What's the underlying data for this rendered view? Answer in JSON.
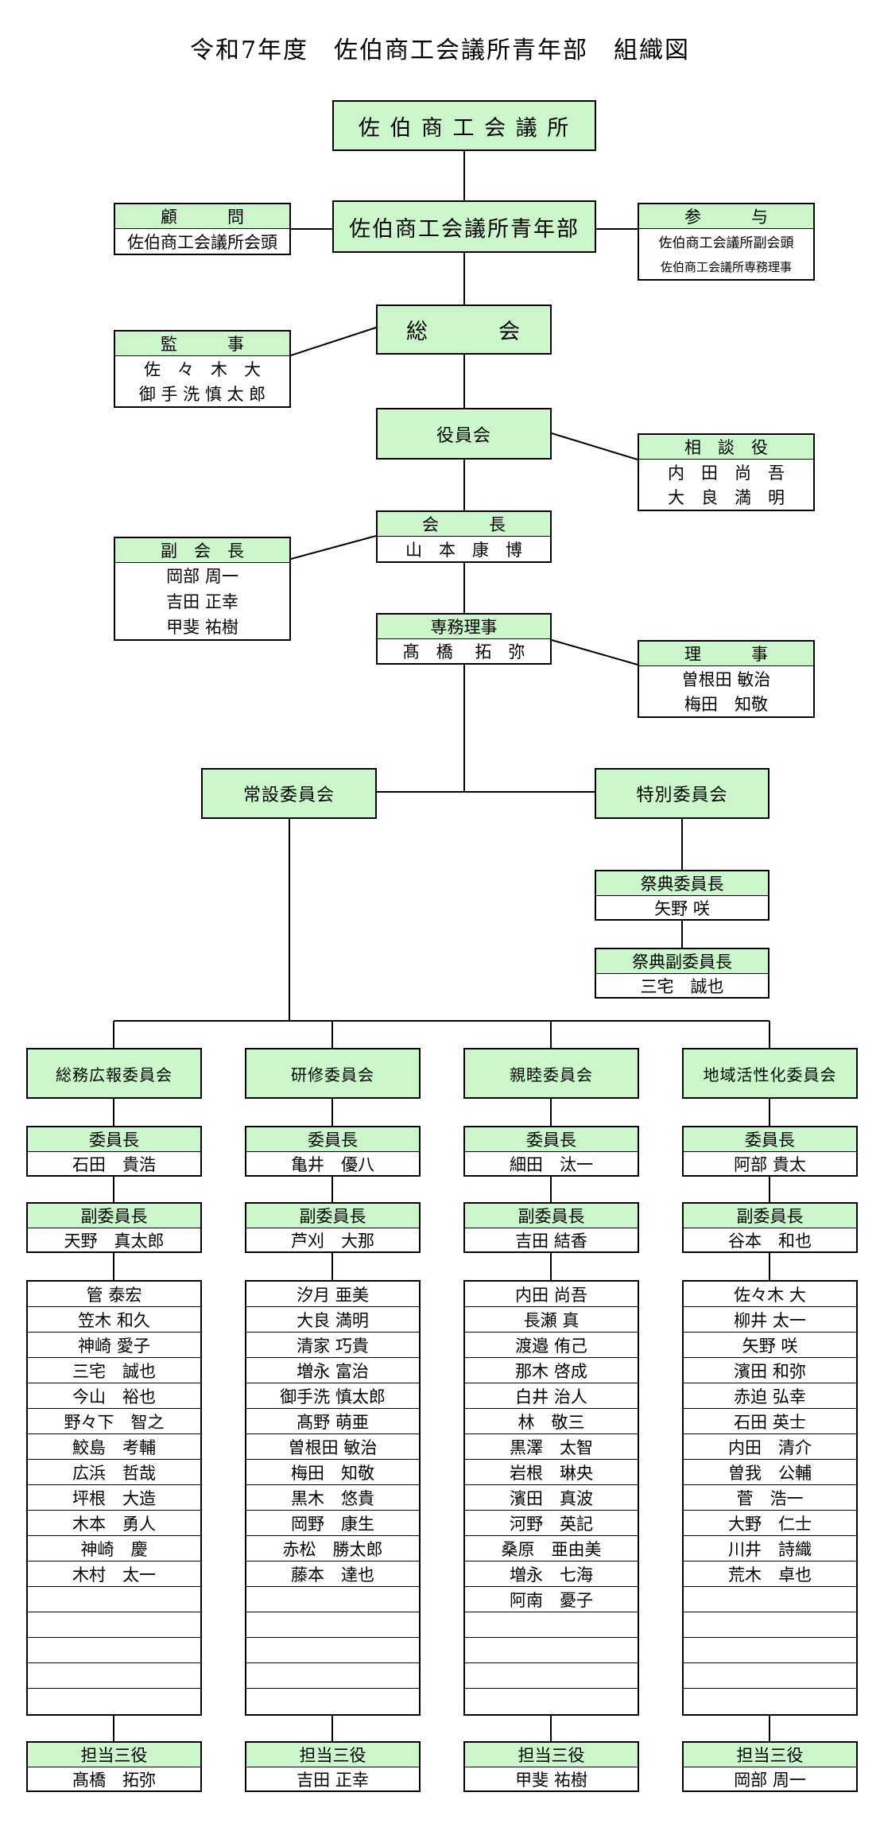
{
  "title": "令和7年度　佐伯商工会議所青年部　組織図",
  "top_org": "佐 伯 商 工 会 議 所",
  "ybb": "佐伯商工会議所青年部",
  "adviser": {
    "title": "顧　　　問",
    "name": "佐伯商工会議所会頭"
  },
  "sanyo": {
    "title": "参　　　与",
    "lines": [
      "佐伯商工会議所副会頭",
      "佐伯商工会議所専務理事"
    ]
  },
  "general_assembly": "総　　　会",
  "auditor": {
    "title": "監　　　事",
    "names": [
      "佐　々　木　大",
      "御 手 洗 慎 太 郎"
    ]
  },
  "board": "役員会",
  "counselor": {
    "title": "相　談　役",
    "names": [
      "内　田　尚　吾",
      "大　良　満　明"
    ]
  },
  "president": {
    "title": "会　　　長",
    "name": "山　本　康　博"
  },
  "vice_president": {
    "title": "副　会　長",
    "names": [
      "岡部 周一",
      "吉田 正幸",
      "甲斐 祐樹"
    ]
  },
  "executive_director": {
    "title": "専務理事",
    "name": "髙　橋　 拓　弥"
  },
  "directors": {
    "title": "理　　　事",
    "names": [
      "曽根田 敏治",
      "梅田　知敬"
    ]
  },
  "standing_committee": "常設委員会",
  "special_committee": "特別委員会",
  "festival_chair": {
    "title": "祭典委員長",
    "name": "矢野 咲"
  },
  "festival_vice_chair": {
    "title": "祭典副委員長",
    "name": "三宅　誠也"
  },
  "committees": [
    {
      "name": "総務広報委員会",
      "chair_title": "委員長",
      "chair": "石田　貴浩",
      "vice_title": "副委員長",
      "vice": "天野　真太郎",
      "members": [
        "管 泰宏",
        "笠木 和久",
        "神崎 愛子",
        "三宅　誠也",
        "今山　裕也",
        "野々下　智之",
        "鮫島　考輔",
        "広浜　哲哉",
        "坪根　大造",
        "木本　勇人",
        "神崎　慶",
        "木村　太一",
        "",
        "",
        "",
        "",
        ""
      ],
      "officer_title": "担当三役",
      "officer": "髙橋　拓弥"
    },
    {
      "name": "研修委員会",
      "chair_title": "委員長",
      "chair": "亀井　優八",
      "vice_title": "副委員長",
      "vice": "芦刈　大那",
      "members": [
        "汐月 亜美",
        "大良 満明",
        "清家 巧貴",
        "増永 富治",
        "御手洗 慎太郎",
        "髙野 萌亜",
        "曽根田 敏治",
        "梅田　知敬",
        "黒木　悠貴",
        "岡野　康生",
        "赤松　勝太郎",
        "藤本　達也",
        "",
        "",
        "",
        "",
        ""
      ],
      "officer_title": "担当三役",
      "officer": "吉田 正幸"
    },
    {
      "name": "親睦委員会",
      "chair_title": "委員長",
      "chair": "細田　汰一",
      "vice_title": "副委員長",
      "vice": "吉田 結香",
      "members": [
        "内田 尚吾",
        "長瀬 真",
        "渡邉 侑己",
        "那木 啓成",
        "白井 治人",
        "林　敬三",
        "黒澤　太智",
        "岩根　琳央",
        "濱田　真波",
        "河野　英記",
        "桑原　亜由美",
        "増永　七海",
        "阿南　憂子",
        "",
        "",
        "",
        ""
      ],
      "officer_title": "担当三役",
      "officer": "甲斐 祐樹"
    },
    {
      "name": "地域活性化委員会",
      "chair_title": "委員長",
      "chair": "阿部 貴太",
      "vice_title": "副委員長",
      "vice": "谷本　和也",
      "members": [
        "佐々木 大",
        "柳井 太一",
        "矢野 咲",
        "濱田 和弥",
        "赤迫 弘幸",
        "石田 英士",
        "内田　清介",
        "曽我　公輔",
        "菅　浩一",
        "大野　仁士",
        "川井　詩織",
        "荒木　卓也",
        "",
        "",
        "",
        "",
        ""
      ],
      "officer_title": "担当三役",
      "officer": "岡部 周一"
    }
  ]
}
